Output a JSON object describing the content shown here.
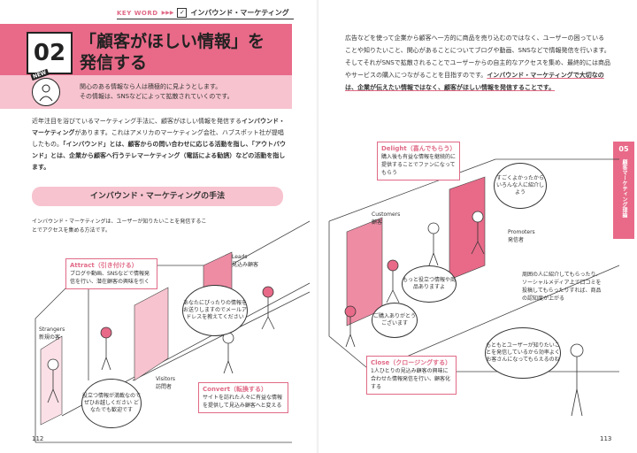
{
  "left_page": {
    "keyword_label": "KEY WORD",
    "keyword_arrows": "▶▶▶",
    "keyword": "インバウンド・マーケティング",
    "number": "02",
    "title_line1": "「顧客がほしい情報」を",
    "title_line2": "発信する",
    "new_badge": "NEW",
    "subtitle_line1": "関心のある情報なら人は積極的に見ようとします。",
    "subtitle_line2": "その情報は、SNSなどによって拡散されていくのです。",
    "body_p1": "近年注目を浴びているマーケティング手法に、顧客がほしい情報を発信する",
    "body_b1": "インバウンド・マーケティング",
    "body_p2": "があります。これはアメリカのマーケティング会社、ハブスポット社が提唱したもの。",
    "body_b2": "「インバウンド」とは、顧客からの問い合わせに応じる活動を指し、「アウトバウンド」とは、企業から顧客へ行うテレマーケティング（電話による勧誘）などの活動を指します。",
    "section_title": "インバウンド・マーケティングの手法",
    "section_desc": "インバウンド・マーケティングは、ユーザーが知りたいことを発信することでアクセスを集める方法です。",
    "page_number": "112"
  },
  "diagram": {
    "strangers": "Strangers\n新規の客",
    "attract_title": "Attract（引き付ける）",
    "attract_body": "ブログや動画、SNSなどで情報発信を行い、潜在顧客の興味を引く",
    "bubble_welcome": "役立つ情報が満載なので ぜひお越しください どなたでも歓迎です",
    "visitors": "Visitors\n訪問者",
    "leads": "Leads\n見込み顧客",
    "bubble_email": "あなたにぴったりの情報をお送りしますのでメールアドレスを教えてください",
    "convert_title": "Convert（転換する）",
    "convert_body": "サイトを訪れた人々に有益な情報を提供して見込み顧客へと変える",
    "delight_title": "Delight（喜んでもらう）",
    "delight_body": "購入後も有益な情報を継続的に提供することでファンになってもらう",
    "customers": "Customers\n顧客",
    "bubble_more": "もっと役立つ情報や商品ありますよ",
    "bubble_thanks": "ご購入ありがとうございます",
    "close_title": "Close（クロージングする）",
    "close_body": "1人ひとりの見込み顧客の興味に合わせた情報発信を行い、顧客化する",
    "bubble_great": "すごくよかったからいろんな人に紹介しよう",
    "promoters": "Promoters\n発信者",
    "promoters_body": "周囲の人に紹介してもらったり、ソーシャルメディア上で口コミを投稿してもらったりすれば、商品の認知度が上がる",
    "bubble_efficient": "もともとユーザーが知りたいことを発信しているから効率よくお客さんになってもらえるのね"
  },
  "right_page": {
    "text_p1": "広告などを使って企業から顧客へ一方的に商品を売り込むのではなく、ユーザーの困っていることや知りたいこと、関心があることについてブログや動画、SNSなどで情報発信を行います。そしてそれがSNSで拡散されることでユーザーからの自主的なアクセスを集め、最終的には商品やサービスの購入につながることを目指すのです。",
    "text_emph": "インバウンド・マーケティングで大切なのは、企業が伝えたい情報ではなく、顧客がほしい情報を発信することです。",
    "tab_number": "05",
    "tab_text": "顧客マーケティング理論",
    "page_number": "113"
  },
  "colors": {
    "accent": "#e86a88",
    "accent_light": "#f7c3cf",
    "text": "#333333"
  }
}
